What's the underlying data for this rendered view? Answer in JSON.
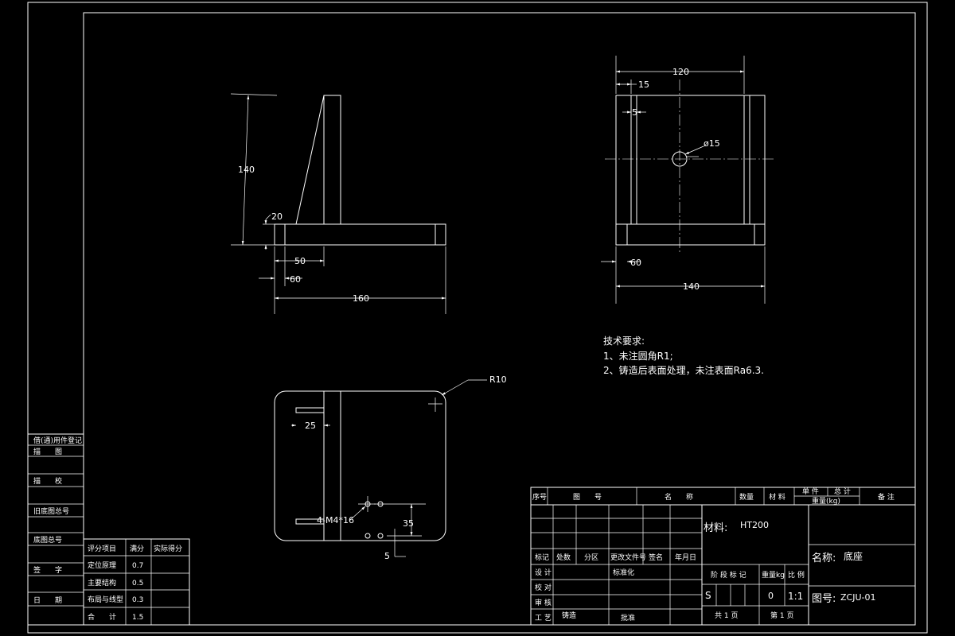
{
  "dimensions": {
    "front_height": "140",
    "front_base_thickness": "20",
    "front_rib_offset": "50",
    "front_left_offset": "60",
    "front_width": "160",
    "side_width": "120",
    "side_left_offset": "15",
    "side_rib": "5",
    "side_hole": "ø15",
    "side_left": "60",
    "side_depth": "140",
    "top_fillet": "R10",
    "top_slot": "25",
    "top_holes": "4-M4*16",
    "top_hole_y": "35",
    "top_hole_x": "5"
  },
  "tech_requirements": {
    "title": "技术要求:",
    "item1": "1、未注圆角R1;",
    "item2": "2、铸造后表面处理，未注表面Ra6.3."
  },
  "left_stamp": {
    "row1": "借(通)用件登记",
    "row2": "描　　图",
    "row3": "描　　校",
    "row4": "旧底图总号",
    "row5": "底图总号",
    "row6": "签　　字",
    "row7": "日　　期"
  },
  "score_table": {
    "headers": [
      "评分项目",
      "满分",
      "实际得分"
    ],
    "rows": [
      [
        "定位原理",
        "0.7",
        ""
      ],
      [
        "主要结构",
        "0.5",
        ""
      ],
      [
        "布局与线型",
        "0.3",
        ""
      ],
      [
        "合　　计",
        "1.5",
        ""
      ]
    ]
  },
  "title_block": {
    "col_seq": "序号",
    "col_drawing_no": "图　　号",
    "col_name": "名　　称",
    "col_qty": "数量",
    "col_material": "材 料",
    "col_unit": "单 件",
    "col_total": "总 计",
    "col_weight": "重量(kg)",
    "col_remark": "备 注",
    "material_label": "材料:",
    "material_value": "HT200",
    "rev_mark": "标记",
    "rev_count": "处数",
    "rev_zone": "分区",
    "rev_doc": "更改文件号",
    "rev_sign": "签名",
    "rev_date": "年月日",
    "design": "设 计",
    "standard": "标准化",
    "check": "校 对",
    "review": "审 核",
    "process": "工 艺",
    "casting": "铸造",
    "approve": "批准",
    "stage_mark": "阶 段 标 记",
    "weight_label": "重量kg",
    "scale_label": "比 例",
    "stage_value": "S",
    "weight_value": "0",
    "scale_value": "1:1",
    "total_pages": "共 1 页",
    "page_no": "第 1 页",
    "name_label": "名称:",
    "name_value": "底座",
    "drawing_label": "图号:",
    "drawing_value": "ZCJU-01"
  }
}
